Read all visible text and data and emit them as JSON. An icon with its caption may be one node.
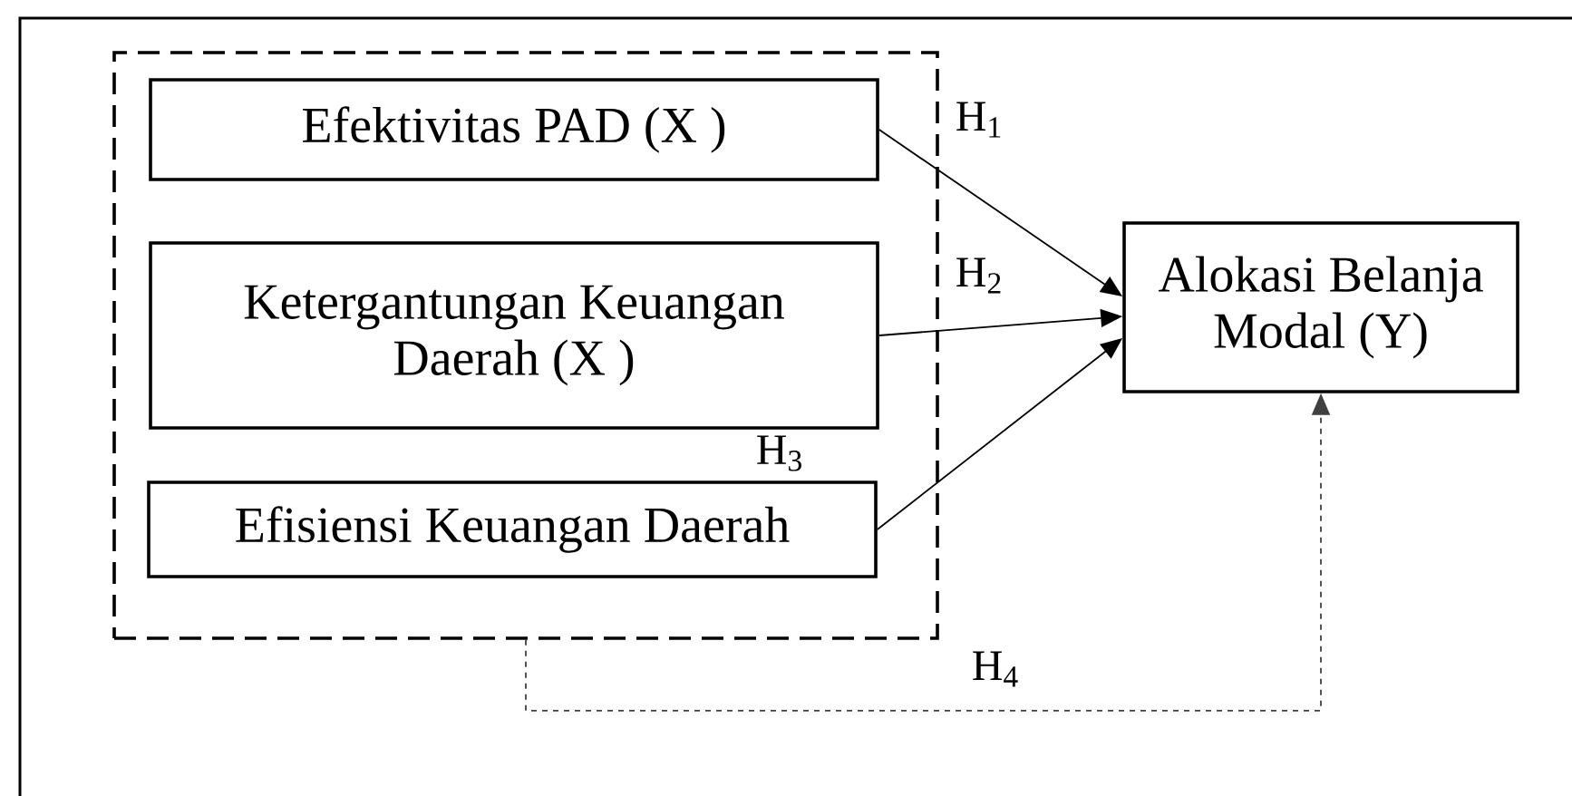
{
  "diagram": {
    "nodes": [
      {
        "text": [],
        "shape": "box"
      },
      {
        "text": [
          "Efektivitas PAD (X )"
        ],
        "in": 0
      },
      {
        "text": [
          "Ketergantungan Keuangan Daerah (X )"
        ],
        "in": 0
      },
      {
        "text": [
          "Efisiensi Keuangan Daerah"
        ],
        "in": 0
      },
      {
        "text": [
          "Alokasi Belanja Modal (Y)"
        ]
      }
    ],
    "edges": [
      {
        "from": 1,
        "to": 4,
        "arrow": "to",
        "label": "H$_{1}$"
      },
      {
        "from": 2,
        "to": 4,
        "arrow": "to",
        "label": "H$_{2}$"
      },
      {
        "from": 3,
        "to": 4,
        "arrow": "to",
        "label": "H$_{3}$"
      },
      {
        "from": 0,
        "to": 4,
        "arrow": "to",
        "label": "H$_{4}$",
        "style": "dashed",
        "color": "#404040"
      }
    ]
  }
}
